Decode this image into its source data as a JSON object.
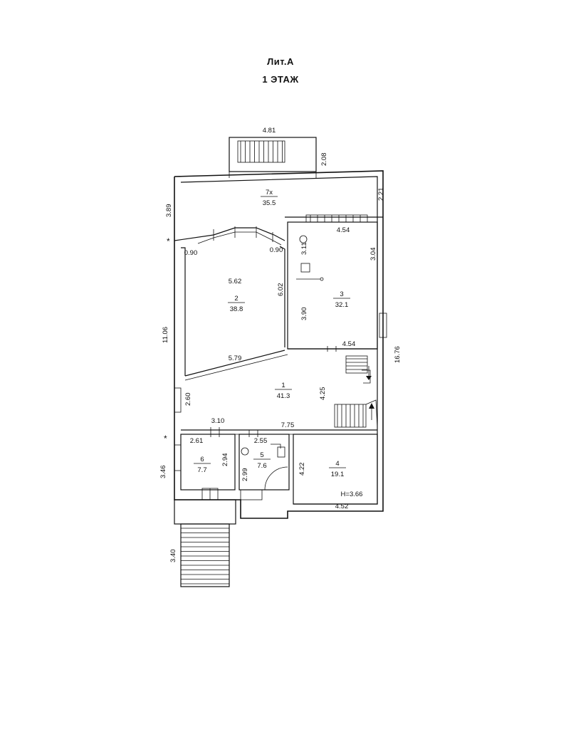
{
  "header": {
    "title": "Лит.А",
    "subtitle": "1 ЭТАЖ"
  },
  "rooms": [
    {
      "id": "7x",
      "number": "7х",
      "area": "35.5"
    },
    {
      "id": "2",
      "number": "2",
      "area": "38.8"
    },
    {
      "id": "3",
      "number": "3",
      "area": "32.1"
    },
    {
      "id": "1",
      "number": "1",
      "area": "41.3"
    },
    {
      "id": "4",
      "number": "4",
      "area": "19.1",
      "note": "H=3.66"
    },
    {
      "id": "5",
      "number": "5",
      "area": "7.6"
    },
    {
      "id": "6",
      "number": "6",
      "area": "7.7"
    }
  ],
  "dimensions": {
    "porch_width": "4.81",
    "porch_depth": "2.08",
    "terrace_left": "3.89",
    "terrace_right": "2.21",
    "room3_top": "4.54",
    "room3_door": "3.11",
    "room3_right": "3.04",
    "room3_left": "3.90",
    "room3_bottom": "4.54",
    "room2_corner_left": "0.90",
    "room2_corner_right": "0.90",
    "room2_width": "5.62",
    "room2_height": "6.02",
    "room2_diagonal": "5.79",
    "total_left": "11.06",
    "total_right": "16.76",
    "room1_height": "4.25",
    "room1_left": "2.60",
    "room1_bottom": "7.75",
    "room6_top": "3.10",
    "room6_inner_top": "2.61",
    "room6_right": "2.94",
    "room5_top": "2.55",
    "room5_left": "2.99",
    "room4_left": "4.22",
    "room4_bottom": "4.52",
    "entrance_height": "3.46",
    "stairs_length": "3.40"
  },
  "markers": {
    "star": "*"
  }
}
